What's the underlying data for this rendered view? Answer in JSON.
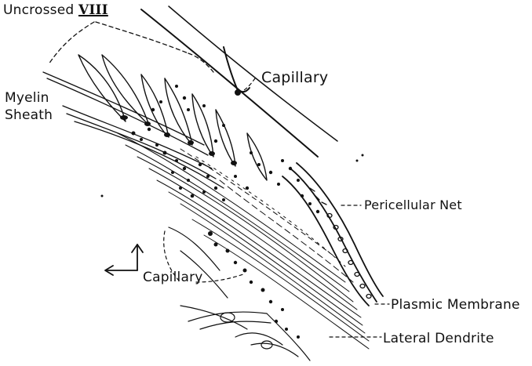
{
  "labels": {
    "uncrossed_prefix": "Uncrossed",
    "uncrossed_numeral": "VIII",
    "capillary_top": "Capillary",
    "myelin_line1": "Myelin",
    "myelin_line2": "Sheath",
    "pericellular_net": "Pericellular Net",
    "capillary_left": "Capillary",
    "plasmic_membrane": "Plasmic Membrane",
    "lateral_dendrite": "Lateral Dendrite"
  },
  "colors": {
    "ink": "#111111",
    "paper": "#ffffff"
  }
}
